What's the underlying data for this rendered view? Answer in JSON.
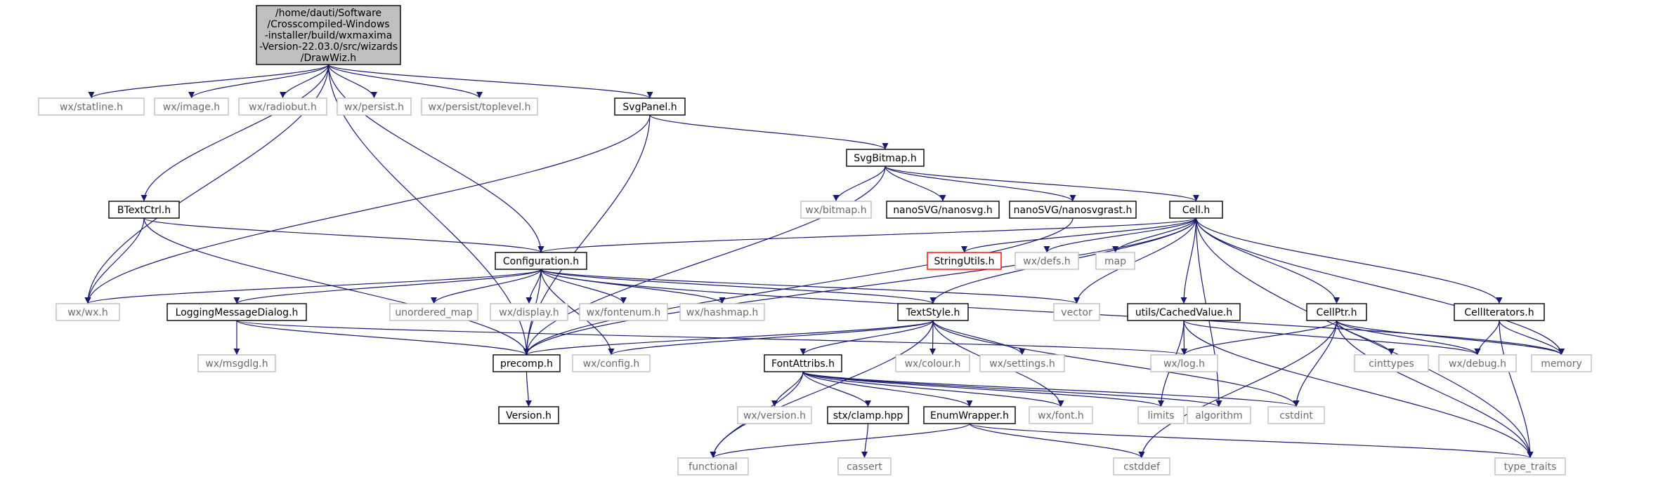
{
  "colors": {
    "edge": "#191970",
    "root_fill": "#bfbfbf",
    "node_border": "#000000",
    "external_border": "#bfbfbf",
    "missing_border": "#ff0000",
    "external_text": "#6b6b6b"
  },
  "nodes": [
    {
      "id": "drawwiz",
      "style": "root",
      "lines": [
        "/home/dauti/Software",
        "/Crosscompiled-Windows",
        "-installer/build/wxmaxima",
        "-Version-22.03.0/src/wizards",
        "/DrawWiz.h"
      ]
    },
    {
      "id": "wx_statline",
      "style": "external",
      "lines": [
        "wx/statline.h"
      ]
    },
    {
      "id": "wx_image",
      "style": "external",
      "lines": [
        "wx/image.h"
      ]
    },
    {
      "id": "wx_radiobut",
      "style": "external",
      "lines": [
        "wx/radiobut.h"
      ]
    },
    {
      "id": "wx_persist",
      "style": "external",
      "lines": [
        "wx/persist.h"
      ]
    },
    {
      "id": "wx_persist_toplevel",
      "style": "external",
      "lines": [
        "wx/persist/toplevel.h"
      ]
    },
    {
      "id": "svgpanel",
      "style": "internal",
      "lines": [
        "SvgPanel.h"
      ]
    },
    {
      "id": "svgbitmap",
      "style": "internal",
      "lines": [
        "SvgBitmap.h"
      ]
    },
    {
      "id": "btextctrl",
      "style": "internal",
      "lines": [
        "BTextCtrl.h"
      ]
    },
    {
      "id": "wx_bitmap",
      "style": "external",
      "lines": [
        "wx/bitmap.h"
      ]
    },
    {
      "id": "nanosvg",
      "style": "internal",
      "lines": [
        "nanoSVG/nanosvg.h"
      ]
    },
    {
      "id": "nanosvgrast",
      "style": "internal",
      "lines": [
        "nanoSVG/nanosvgrast.h"
      ]
    },
    {
      "id": "cell",
      "style": "internal",
      "lines": [
        "Cell.h"
      ]
    },
    {
      "id": "configuration",
      "style": "internal",
      "lines": [
        "Configuration.h"
      ]
    },
    {
      "id": "stringutils",
      "style": "missing",
      "lines": [
        "StringUtils.h"
      ]
    },
    {
      "id": "wx_defs",
      "style": "external",
      "lines": [
        "wx/defs.h"
      ]
    },
    {
      "id": "map",
      "style": "external",
      "lines": [
        "map"
      ]
    },
    {
      "id": "wx_wx",
      "style": "external",
      "lines": [
        "wx/wx.h"
      ]
    },
    {
      "id": "loggingdialog",
      "style": "internal",
      "lines": [
        "LoggingMessageDialog.h"
      ]
    },
    {
      "id": "unordered_map",
      "style": "external",
      "lines": [
        "unordered_map"
      ]
    },
    {
      "id": "wx_display",
      "style": "external",
      "lines": [
        "wx/display.h"
      ]
    },
    {
      "id": "wx_fontenum",
      "style": "external",
      "lines": [
        "wx/fontenum.h"
      ]
    },
    {
      "id": "wx_hashmap",
      "style": "external",
      "lines": [
        "wx/hashmap.h"
      ]
    },
    {
      "id": "textstyle",
      "style": "internal",
      "lines": [
        "TextStyle.h"
      ]
    },
    {
      "id": "vector",
      "style": "external",
      "lines": [
        "vector"
      ]
    },
    {
      "id": "cachedvalue",
      "style": "internal",
      "lines": [
        "utils/CachedValue.h"
      ]
    },
    {
      "id": "cellptr",
      "style": "internal",
      "lines": [
        "CellPtr.h"
      ]
    },
    {
      "id": "celliterators",
      "style": "internal",
      "lines": [
        "CellIterators.h"
      ]
    },
    {
      "id": "wx_msgdlg",
      "style": "external",
      "lines": [
        "wx/msgdlg.h"
      ]
    },
    {
      "id": "precomp",
      "style": "internal",
      "lines": [
        "precomp.h"
      ]
    },
    {
      "id": "wx_config",
      "style": "external",
      "lines": [
        "wx/config.h"
      ]
    },
    {
      "id": "wx_colour",
      "style": "external",
      "lines": [
        "wx/colour.h"
      ]
    },
    {
      "id": "wx_settings",
      "style": "external",
      "lines": [
        "wx/settings.h"
      ]
    },
    {
      "id": "wx_log",
      "style": "external",
      "lines": [
        "wx/log.h"
      ]
    },
    {
      "id": "cinttypes",
      "style": "external",
      "lines": [
        "cinttypes"
      ]
    },
    {
      "id": "wx_debug",
      "style": "external",
      "lines": [
        "wx/debug.h"
      ]
    },
    {
      "id": "memory",
      "style": "external",
      "lines": [
        "memory"
      ]
    },
    {
      "id": "version",
      "style": "internal",
      "lines": [
        "Version.h"
      ]
    },
    {
      "id": "fontattribs",
      "style": "internal",
      "lines": [
        "FontAttribs.h"
      ]
    },
    {
      "id": "wx_version",
      "style": "external",
      "lines": [
        "wx/version.h"
      ]
    },
    {
      "id": "stx_clamp",
      "style": "internal",
      "lines": [
        "stx/clamp.hpp"
      ]
    },
    {
      "id": "enumwrapper",
      "style": "internal",
      "lines": [
        "EnumWrapper.h"
      ]
    },
    {
      "id": "wx_font",
      "style": "external",
      "lines": [
        "wx/font.h"
      ]
    },
    {
      "id": "limits",
      "style": "external",
      "lines": [
        "limits"
      ]
    },
    {
      "id": "algorithm",
      "style": "external",
      "lines": [
        "algorithm"
      ]
    },
    {
      "id": "cstdint",
      "style": "external",
      "lines": [
        "cstdint"
      ]
    },
    {
      "id": "functional",
      "style": "external",
      "lines": [
        "functional"
      ]
    },
    {
      "id": "cassert",
      "style": "external",
      "lines": [
        "cassert"
      ]
    },
    {
      "id": "cstddef",
      "style": "external",
      "lines": [
        "cstddef"
      ]
    },
    {
      "id": "type_traits",
      "style": "external",
      "lines": [
        "type_traits"
      ]
    }
  ],
  "edges": [
    [
      "drawwiz",
      "wx_statline"
    ],
    [
      "drawwiz",
      "wx_image"
    ],
    [
      "drawwiz",
      "wx_radiobut"
    ],
    [
      "drawwiz",
      "wx_persist"
    ],
    [
      "drawwiz",
      "wx_persist_toplevel"
    ],
    [
      "drawwiz",
      "svgpanel"
    ],
    [
      "drawwiz",
      "btextctrl"
    ],
    [
      "drawwiz",
      "wx_wx"
    ],
    [
      "drawwiz",
      "configuration"
    ],
    [
      "drawwiz",
      "precomp"
    ],
    [
      "svgpanel",
      "svgbitmap"
    ],
    [
      "svgpanel",
      "wx_wx"
    ],
    [
      "svgpanel",
      "precomp"
    ],
    [
      "svgbitmap",
      "wx_bitmap"
    ],
    [
      "svgbitmap",
      "nanosvg"
    ],
    [
      "svgbitmap",
      "nanosvgrast"
    ],
    [
      "svgbitmap",
      "cell"
    ],
    [
      "svgbitmap",
      "precomp"
    ],
    [
      "nanosvgrast",
      "precomp"
    ],
    [
      "btextctrl",
      "wx_wx"
    ],
    [
      "btextctrl",
      "configuration"
    ],
    [
      "btextctrl",
      "precomp"
    ],
    [
      "cell",
      "configuration"
    ],
    [
      "cell",
      "stringutils"
    ],
    [
      "cell",
      "wx_defs"
    ],
    [
      "cell",
      "map"
    ],
    [
      "cell",
      "textstyle"
    ],
    [
      "cell",
      "vector"
    ],
    [
      "cell",
      "cachedvalue"
    ],
    [
      "cell",
      "algorithm"
    ],
    [
      "cell",
      "cellptr"
    ],
    [
      "cell",
      "celliterators"
    ],
    [
      "cell",
      "memory"
    ],
    [
      "cell",
      "type_traits"
    ],
    [
      "cell",
      "precomp"
    ],
    [
      "configuration",
      "wx_wx"
    ],
    [
      "configuration",
      "loggingdialog"
    ],
    [
      "configuration",
      "unordered_map"
    ],
    [
      "configuration",
      "wx_display"
    ],
    [
      "configuration",
      "wx_fontenum"
    ],
    [
      "configuration",
      "wx_hashmap"
    ],
    [
      "configuration",
      "textstyle"
    ],
    [
      "configuration",
      "vector"
    ],
    [
      "configuration",
      "memory"
    ],
    [
      "configuration",
      "precomp"
    ],
    [
      "configuration",
      "wx_config"
    ],
    [
      "loggingdialog",
      "wx_msgdlg"
    ],
    [
      "loggingdialog",
      "precomp"
    ],
    [
      "loggingdialog",
      "wx_log"
    ],
    [
      "textstyle",
      "precomp"
    ],
    [
      "textstyle",
      "wx_config"
    ],
    [
      "textstyle",
      "fontattribs"
    ],
    [
      "textstyle",
      "wx_colour"
    ],
    [
      "textstyle",
      "wx_settings"
    ],
    [
      "textstyle",
      "wx_font"
    ],
    [
      "textstyle",
      "cstdint"
    ],
    [
      "textstyle",
      "functional"
    ],
    [
      "cachedvalue",
      "wx_log"
    ],
    [
      "cachedvalue",
      "limits"
    ],
    [
      "cachedvalue",
      "wx_debug"
    ],
    [
      "cachedvalue",
      "type_traits"
    ],
    [
      "cellptr",
      "wx_log"
    ],
    [
      "cellptr",
      "cinttypes"
    ],
    [
      "cellptr",
      "wx_debug"
    ],
    [
      "cellptr",
      "memory"
    ],
    [
      "cellptr",
      "cstdint"
    ],
    [
      "cellptr",
      "cstddef"
    ],
    [
      "cellptr",
      "type_traits"
    ],
    [
      "celliterators",
      "wx_debug"
    ],
    [
      "celliterators",
      "memory"
    ],
    [
      "celliterators",
      "type_traits"
    ],
    [
      "precomp",
      "version"
    ],
    [
      "fontattribs",
      "wx_version"
    ],
    [
      "fontattribs",
      "stx_clamp"
    ],
    [
      "fontattribs",
      "enumwrapper"
    ],
    [
      "fontattribs",
      "wx_font"
    ],
    [
      "fontattribs",
      "limits"
    ],
    [
      "fontattribs",
      "algorithm"
    ],
    [
      "fontattribs",
      "cstdint"
    ],
    [
      "fontattribs",
      "functional"
    ],
    [
      "stx_clamp",
      "cassert"
    ],
    [
      "enumwrapper",
      "functional"
    ],
    [
      "enumwrapper",
      "cstddef"
    ],
    [
      "enumwrapper",
      "type_traits"
    ]
  ]
}
